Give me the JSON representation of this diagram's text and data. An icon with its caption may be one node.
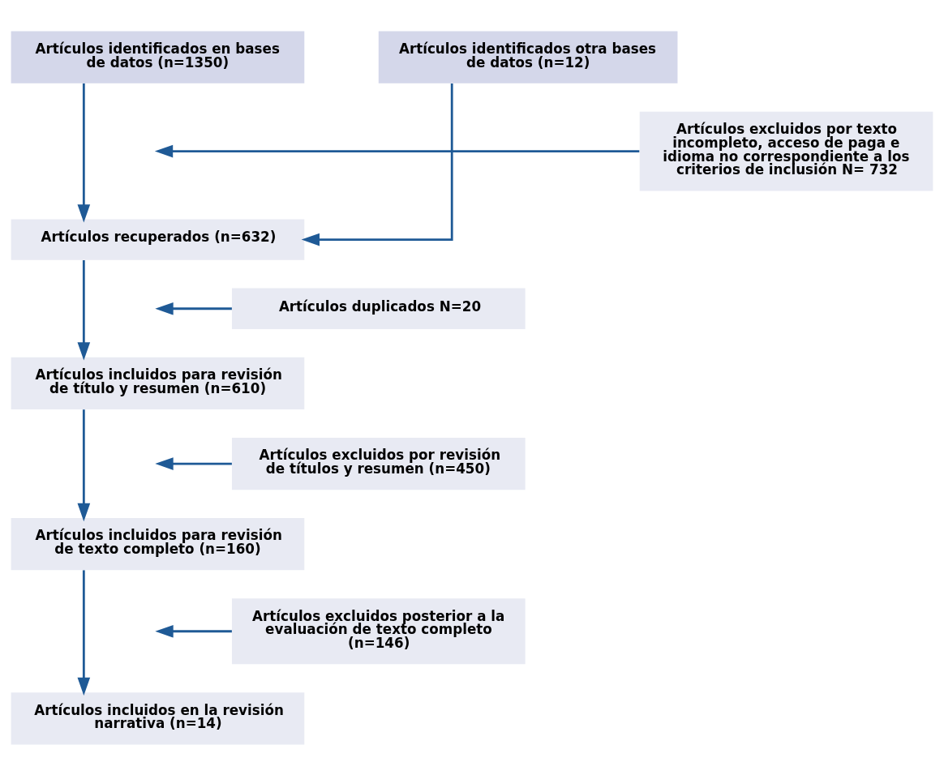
{
  "diagram": {
    "nodes": [
      {
        "text": [
          "Artículos identificados en bases de datos (n=1350)"
        ]
      },
      {
        "text": [
          "Artículos identificados otra bases de datos (n=12)"
        ]
      },
      {
        "text": [
          "Artículos excluidos por texto incompleto, acceso de paga e idioma no correspondiente a los criterios de inclusión N= 732"
        ]
      },
      {
        "text": [
          "Artículos recuperados (n=632)"
        ]
      },
      {
        "text": [
          "Artículos duplicados N=20"
        ]
      },
      {
        "text": [
          "Artículos incluidos para revisión de título y resumen (n=610)"
        ]
      },
      {
        "text": [
          "Artículos excluidos por revisión de títulos y resumen (n=450)"
        ]
      },
      {
        "text": [
          "Artículos incluidos para revisión de texto completo (n=160)"
        ]
      },
      {
        "text": [
          "Artículos excluidos posterior a la evaluación de texto completo (n=146)"
        ]
      },
      {
        "text": [
          "Artículos incluidos en la revisión narrativa (n=14)"
        ]
      }
    ],
    "edges": [
      {
        "from": 0,
        "to": 3,
        "arrow": "to"
      },
      {
        "from": 1,
        "to": 3,
        "arrow": "to"
      },
      {
        "from": 2,
        "to": null,
        "arrow": "to"
      },
      {
        "from": 3,
        "to": 5,
        "arrow": "to"
      },
      {
        "from": 4,
        "to": null,
        "arrow": "to"
      },
      {
        "from": 5,
        "to": 7,
        "arrow": "to"
      },
      {
        "from": 6,
        "to": null,
        "arrow": "to"
      },
      {
        "from": 7,
        "to": 9,
        "arrow": "to"
      },
      {
        "from": 8,
        "to": null,
        "arrow": "to"
      }
    ]
  }
}
